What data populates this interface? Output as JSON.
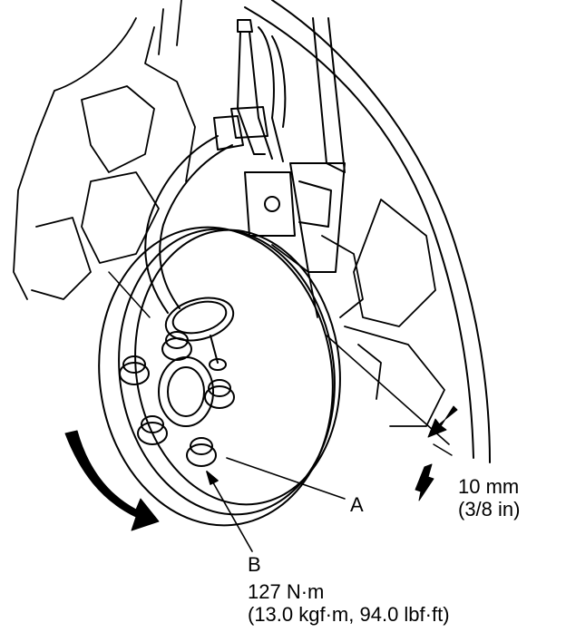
{
  "labels": {
    "part_a": "A",
    "part_b": "B",
    "torque_nm": "127 N·m",
    "torque_alt": "(13.0 kgf·m, 94.0 lbf·ft)",
    "distance_mm": "10 mm",
    "distance_in": "(3/8 in)"
  },
  "icons": {
    "rotation_arrow": "curved-rotation-arrow-icon",
    "dimension_arrows": "dimension-arrows-icon"
  },
  "colors": {
    "ink": "#000000",
    "paper": "#ffffff"
  }
}
